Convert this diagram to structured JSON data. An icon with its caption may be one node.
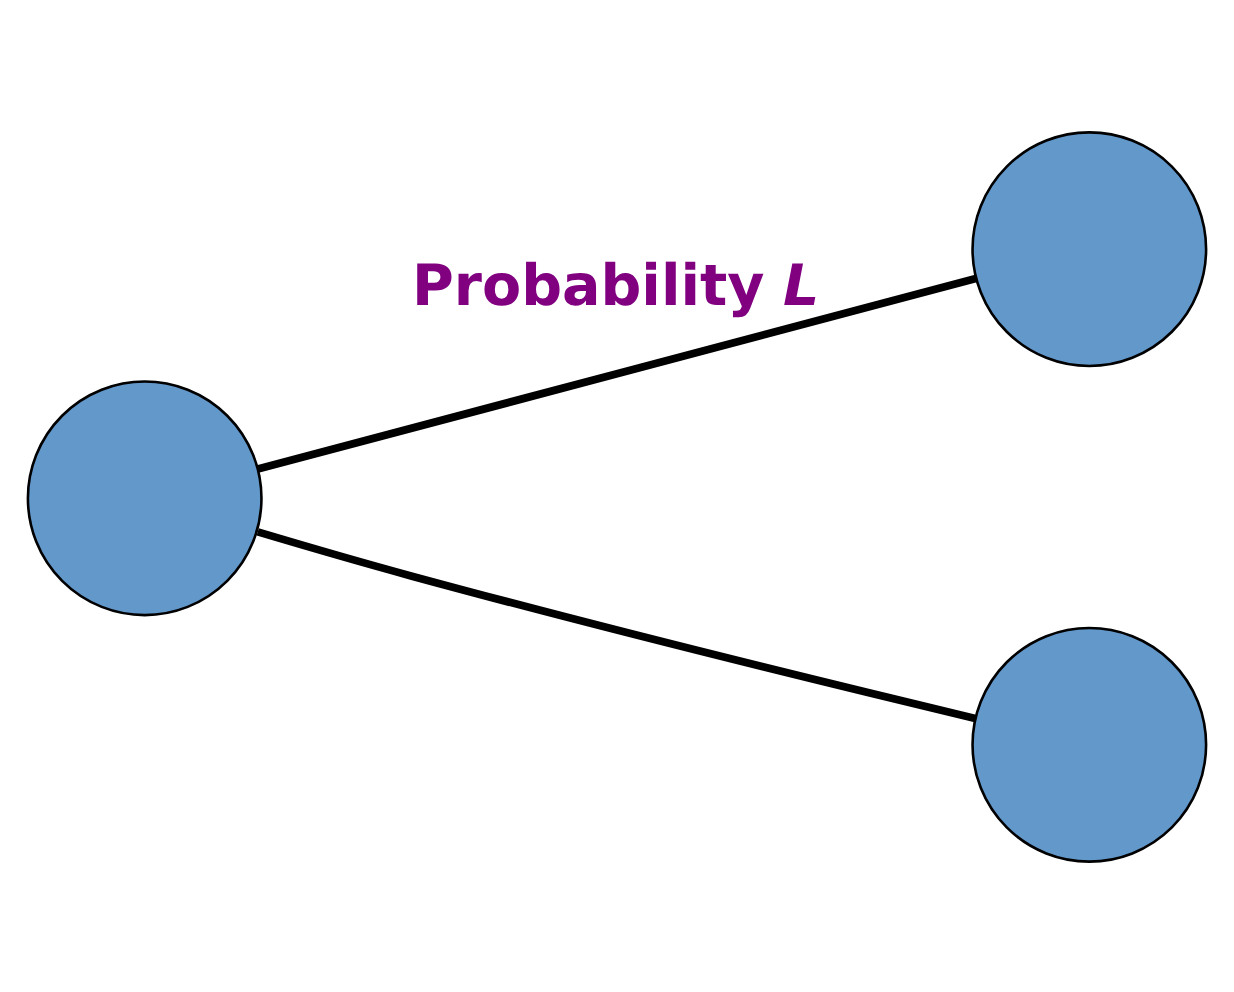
{
  "diagram": {
    "nodes": [
      {
        "text": [],
        "shape": "circle"
      },
      {
        "text": [],
        "shape": "circle"
      },
      {
        "text": [],
        "shape": "circle"
      }
    ],
    "edges": [
      {
        "from": 0,
        "to": 1,
        "arrow": "none",
        "label": "Probability *L*"
      },
      {
        "from": 0,
        "to": 2,
        "arrow": "none"
      }
    ]
  }
}
